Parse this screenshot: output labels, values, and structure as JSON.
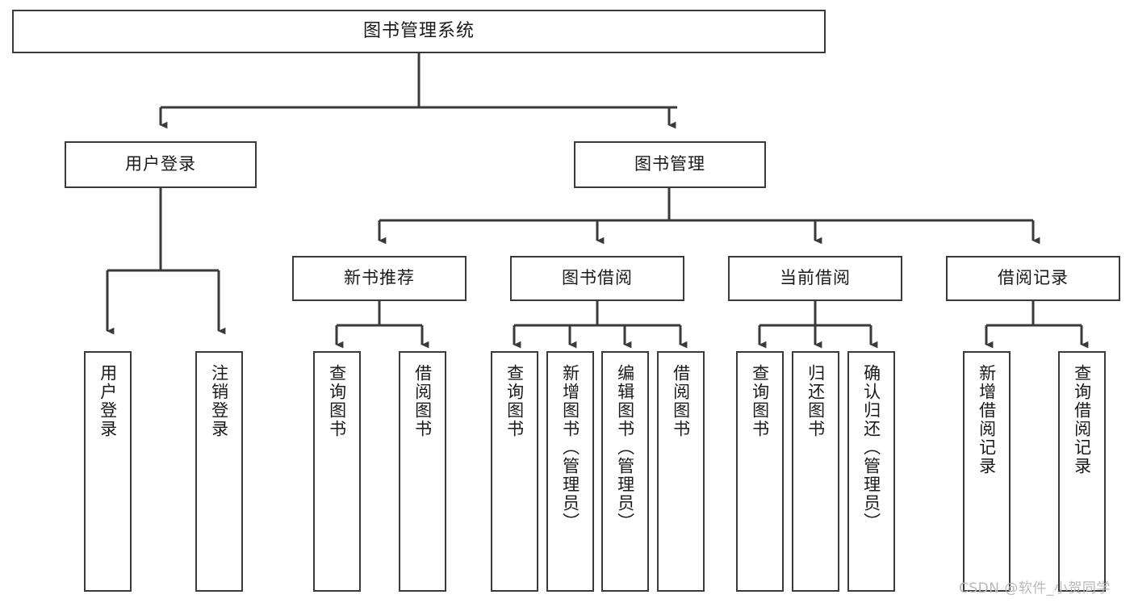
{
  "diagram": {
    "title": "图书管理系统",
    "type": "hierarchy-tree",
    "root": {
      "label": "图书管理系统"
    },
    "level1": [
      {
        "label": "用户登录"
      },
      {
        "label": "图书管理"
      }
    ],
    "level2": [
      {
        "label": "新书推荐",
        "parent": "图书管理"
      },
      {
        "label": "图书借阅",
        "parent": "图书管理"
      },
      {
        "label": "当前借阅",
        "parent": "图书管理"
      },
      {
        "label": "借阅记录",
        "parent": "图书管理"
      }
    ],
    "leaves": {
      "user_login": [
        {
          "label": "用户登录"
        },
        {
          "label": "注销登录"
        }
      ],
      "new_book_recommend": [
        {
          "label": "查询图书"
        },
        {
          "label": "借阅图书"
        }
      ],
      "book_borrow": [
        {
          "label": "查询图书"
        },
        {
          "label": "新增图书（管理员）"
        },
        {
          "label": "编辑图书（管理员）"
        },
        {
          "label": "借阅图书"
        }
      ],
      "current_borrow": [
        {
          "label": "查询图书"
        },
        {
          "label": "归还图书"
        },
        {
          "label": "确认归还（管理员）"
        }
      ],
      "borrow_record": [
        {
          "label": "新增借阅记录"
        },
        {
          "label": "查询借阅记录"
        }
      ]
    }
  },
  "watermark": {
    "text": "CSDN @软件_小贺同学"
  },
  "colors": {
    "border": "#3a3a3a",
    "text": "#1a1a1a",
    "background": "#ffffff",
    "watermark": "#b9b9b9"
  }
}
